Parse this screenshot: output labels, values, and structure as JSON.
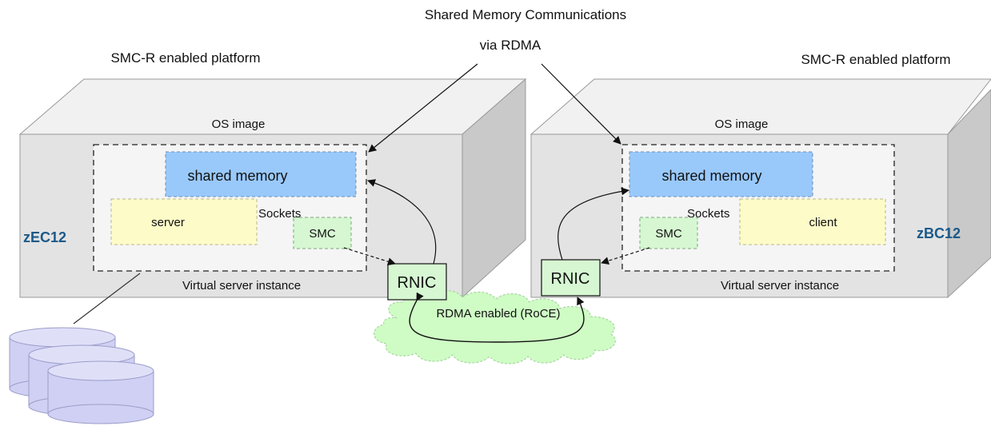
{
  "title_line1": "Shared Memory Communications",
  "title_line2": "via RDMA",
  "left": {
    "platform_label": "SMC-R enabled platform",
    "os_image": "OS image",
    "shared_memory": "shared memory",
    "app": "server",
    "sockets": "Sockets",
    "smc": "SMC",
    "host": "zEC12",
    "vsi": "Virtual server instance",
    "rnic": "RNIC"
  },
  "right": {
    "platform_label": "SMC-R enabled platform",
    "os_image": "OS image",
    "shared_memory": "shared memory",
    "app": "client",
    "sockets": "Sockets",
    "smc": "SMC",
    "host": "zBC12",
    "vsi": "Virtual server instance",
    "rnic": "RNIC"
  },
  "network": "RDMA enabled (RoCE)",
  "colors": {
    "box_front": "#e3e3e3",
    "box_top": "#f1f1f1",
    "box_side": "#c9c9c9",
    "shared_memory": "#99c9fb",
    "app_box": "#fdfbc8",
    "smc_box": "#d6f7d2",
    "rnic_box": "#d6f7d2",
    "cloud": "#cffcc5",
    "disk": "#cfd0f3",
    "host_label": "#1a5a8a"
  }
}
